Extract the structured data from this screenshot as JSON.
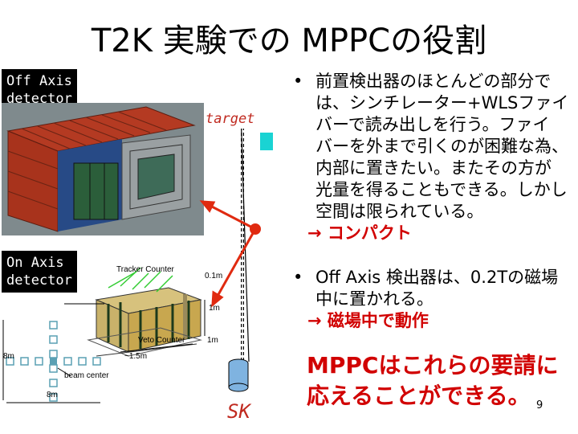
{
  "slide": {
    "title": "T2K 実験での MPPCの役割",
    "page_number": "9"
  },
  "left_panel": {
    "offaxis_label": "Off Axis\ndetector",
    "onaxis_label": "On Axis\ndetector",
    "target_label": "target",
    "sk_label": "SK",
    "diagram_labels": {
      "tracker_counter": "Tracker Counter",
      "veto_counter": "Veto Counter",
      "dim_01m": "0.1m",
      "dim_1m_a": "1m",
      "dim_1m_b": "1m",
      "dim_15m": "~1.5m",
      "dim_8m_h": "8m",
      "dim_8m_v": "8m",
      "beam_center": "beam center"
    }
  },
  "bullets": [
    {
      "lines": [
        "前置検出器のほとんどの部分で",
        "は、シンチレーター+WLSファイ",
        "バーで読み出しを行う。ファイ",
        "バーを外まで引くのが困難な為、",
        "内部に置きたい。またその方が",
        "光量を得ることもできる。しかし",
        "空間は限られている。"
      ],
      "result": "→ コンパクト"
    },
    {
      "lines": [
        "Off Axis 検出器は、0.2Tの磁場",
        "中に置かれる。"
      ],
      "result": "→ 磁場中で動作"
    }
  ],
  "conclusion": [
    "MPPCはこれらの要請に",
    "応えることができる。"
  ],
  "colors": {
    "accent_red": "#d10000",
    "arrow_red": "#e02a10",
    "target_cyan": "#1ad3d3"
  }
}
